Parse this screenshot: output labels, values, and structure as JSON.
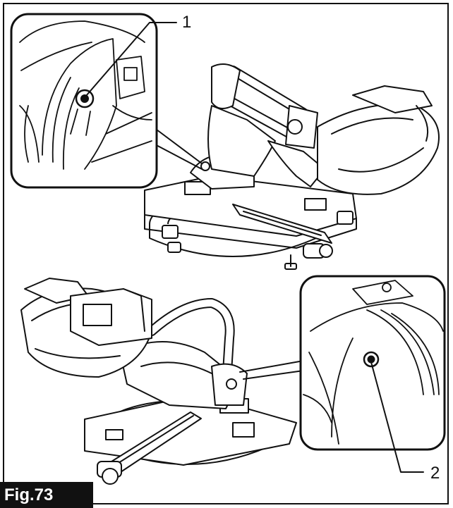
{
  "figure": {
    "label": "Fig.73",
    "callouts": [
      {
        "number": "1"
      },
      {
        "number": "2"
      }
    ]
  }
}
